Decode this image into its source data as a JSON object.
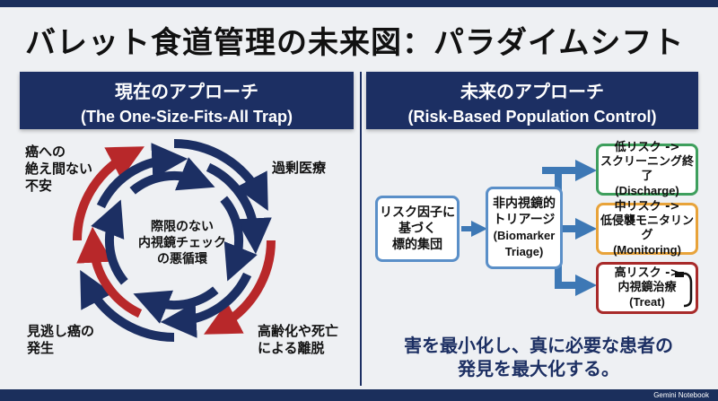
{
  "title": "バレット食道管理の未来図：パラダイムシフト",
  "left_header": {
    "line1": "現在のアプローチ",
    "line2": "(The One-Size-Fits-All Trap)"
  },
  "right_header": {
    "line1": "未来のアプローチ",
    "line2": "(Risk-Based Population Control)"
  },
  "cycle": {
    "center": [
      "際限のない",
      "内視鏡チェック",
      "の悪循環"
    ],
    "top_left": [
      "癌への",
      "絶え間ない",
      "不安"
    ],
    "top_right": [
      "過剰医療"
    ],
    "bottom_left": [
      "見逃し癌の",
      "発生"
    ],
    "bottom_right": [
      "高齢化や死亡",
      "による離脱"
    ]
  },
  "flow": {
    "source": [
      "リスク因子に",
      "基づく",
      "標的集団"
    ],
    "triage": {
      "jp": [
        "非内視鏡的",
        "トリアージ"
      ],
      "en": [
        "(Biomarker",
        "Triage)"
      ]
    },
    "outcomes": [
      {
        "jp": [
          "低リスク ->",
          "スクリーニング終了"
        ],
        "en": "(Discharge)",
        "color": "#3e9f5d"
      },
      {
        "jp": [
          "中リスク ->",
          "低侵襲モニタリング"
        ],
        "en": "(Monitoring)",
        "color": "#e8a33a"
      },
      {
        "jp": [
          "高リスク ->",
          "内視鏡治療"
        ],
        "en": "(Treat)",
        "color": "#a82a2a"
      }
    ]
  },
  "conclusion": [
    "害を最小化し、真に必要な患者の",
    "発見を最大化する。"
  ],
  "brand": "Gemini Notebook",
  "colors": {
    "navy": "#1c2f63",
    "blue": "#3d78b5",
    "red": "#b8282a"
  }
}
